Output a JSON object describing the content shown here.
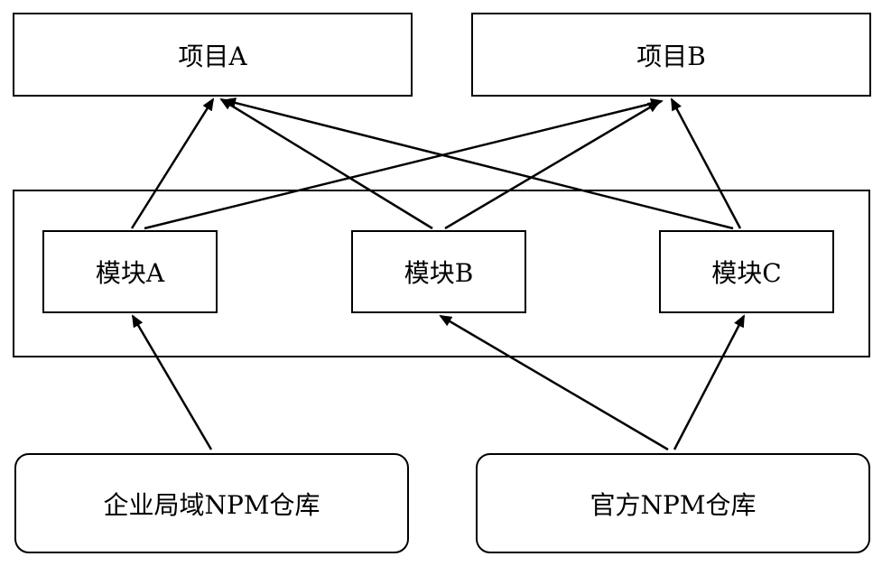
{
  "projects": [
    {
      "label": "项目A"
    },
    {
      "label": "项目B"
    }
  ],
  "modules": [
    {
      "label": "模块A"
    },
    {
      "label": "模块B"
    },
    {
      "label": "模块C"
    }
  ],
  "repositories": [
    {
      "label": "企业局域NPM仓库"
    },
    {
      "label": "官方NPM仓库"
    }
  ]
}
